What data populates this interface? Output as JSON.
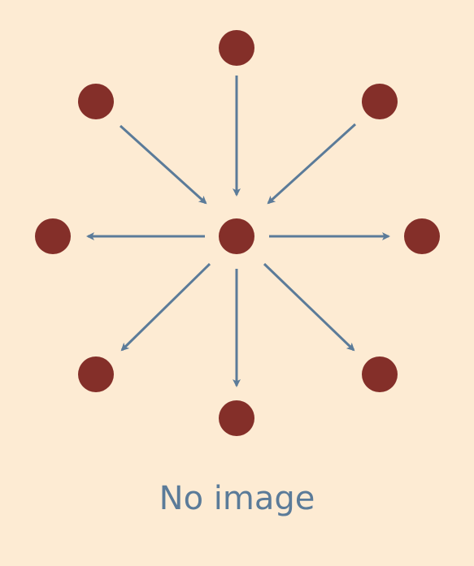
{
  "caption": "No image",
  "colors": {
    "background": "#fdebd3",
    "node": "#842f29",
    "arrow": "#5b7b99",
    "caption": "#5b7b99"
  },
  "graphic": {
    "icon": "no-image-placeholder-icon",
    "nodes": [
      "center",
      "top",
      "top-left",
      "top-right",
      "left",
      "right",
      "bottom-left",
      "bottom",
      "bottom-right"
    ],
    "arrows": [
      {
        "from": "top",
        "to": "center"
      },
      {
        "from": "top-left",
        "to": "center"
      },
      {
        "from": "top-right",
        "to": "center"
      },
      {
        "from": "center",
        "to": "left"
      },
      {
        "from": "center",
        "to": "right"
      },
      {
        "from": "center",
        "to": "bottom-left"
      },
      {
        "from": "center",
        "to": "bottom"
      },
      {
        "from": "center",
        "to": "bottom-right"
      }
    ]
  }
}
